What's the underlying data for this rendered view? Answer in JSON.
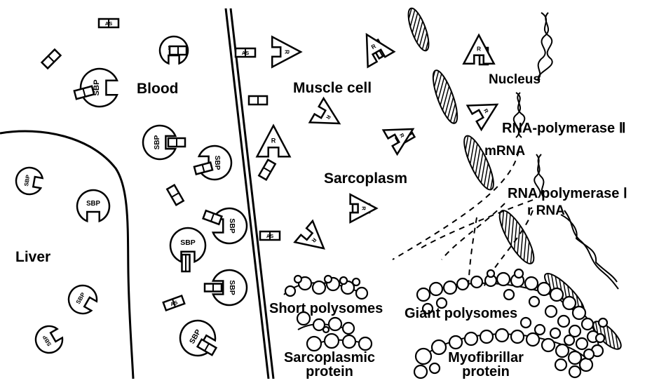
{
  "labels": {
    "blood": "Blood",
    "liver": "Liver",
    "muscle_cell": "Muscle cell",
    "sarcoplasm": "Sarcoplasm",
    "nucleus": "Nucleus",
    "rna_polymerase_2": "RNA-polymerase Ⅱ",
    "mrna": "mRNA",
    "rna_polymerase_1": "RNA polymerase Ⅰ",
    "rrna": "r RNA",
    "short_polysomes": "Short polysomes",
    "giant_polysomes": "Giant polysomes",
    "sarcoplasmic_protein": "Sarcoplasmic\nprotein",
    "myofibrillar_protein": "Myofibrillar\nprotein"
  },
  "glyphs": {
    "sbp": "SBP",
    "as": "AS",
    "r": "R"
  }
}
